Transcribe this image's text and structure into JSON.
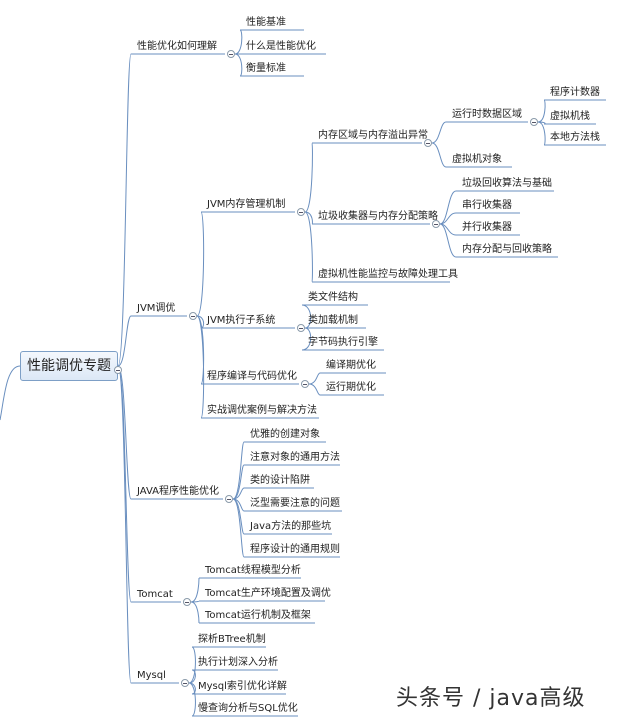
{
  "root": "性能调优专题",
  "watermark": "头条号 / java高级",
  "nodes": {
    "perf": "性能优化如何理解",
    "perf_1": "性能基准",
    "perf_2": "什么是性能优化",
    "perf_3": "衡量标准",
    "jvm": "JVM调优",
    "jvm_mem": "JVM内存管理机制",
    "mem_area": "内存区域与内存溢出异常",
    "runtime_area": "运行时数据区域",
    "pc": "程序计数器",
    "vm_stack": "虚拟机栈",
    "native_stack": "本地方法栈",
    "vm_obj": "虚拟机对象",
    "gc": "垃圾收集器与内存分配策略",
    "gc_algo": "垃圾回收算法与基础",
    "serial": "串行收集器",
    "parallel": "并行收集器",
    "alloc": "内存分配与回收策略",
    "monitor": "虚拟机性能监控与故障处理工具",
    "exec": "JVM执行子系统",
    "class_struct": "类文件结构",
    "class_load": "类加载机制",
    "bytecode": "字节码执行引擎",
    "compile": "程序编译与代码优化",
    "compile_time": "编译期优化",
    "run_time": "运行期优化",
    "case": "实战调优案例与解决方法",
    "java_prog": "JAVA程序性能优化",
    "jp_1": "优雅的创建对象",
    "jp_2": "注意对象的通用方法",
    "jp_3": "类的设计陷阱",
    "jp_4": "泛型需要注意的问题",
    "jp_5": "Java方法的那些坑",
    "jp_6": "程序设计的通用规则",
    "tomcat": "Tomcat",
    "tc_1": "Tomcat线程模型分析",
    "tc_2": "Tomcat生产环境配置及调优",
    "tc_3": "Tomcat运行机制及框架",
    "mysql": "Mysql",
    "my_1": "探析BTree机制",
    "my_2": "执行计划深入分析",
    "my_3": "Mysql索引优化详解",
    "my_4": "慢查询分析与SQL优化"
  }
}
